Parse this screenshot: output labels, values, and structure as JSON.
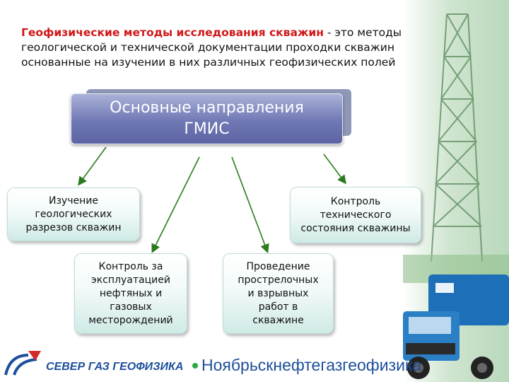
{
  "intro": {
    "highlight": "Геофизические методы исследования скважин",
    "rest": " - это методы геологической и технической документации проходки скважин основанные на изучении в них различных геофизических полей"
  },
  "main": {
    "line1": "Основные направления",
    "line2": "ГМИС"
  },
  "nodes": [
    [
      "Изучение",
      "геологических",
      "разрезов скважин"
    ],
    [
      "Контроль",
      "технического",
      "состояния скважины"
    ],
    [
      "Контроль за",
      "эксплуатацией",
      "нефтяных и",
      "газовых",
      "месторождений"
    ],
    [
      "Проведение",
      "прострелочных",
      "и взрывных",
      "работ в",
      "скважине"
    ]
  ],
  "footer": {
    "logo_text": "СЕВЕР ГАЗ ГЕОФИЗИКА",
    "company": "Ноябрьскнефтегазгеофизика"
  },
  "colors": {
    "highlight": "#d01818",
    "main_box": "#6f78b4",
    "arrow": "#2b7a1e",
    "footer_blue": "#1d4f9a"
  }
}
